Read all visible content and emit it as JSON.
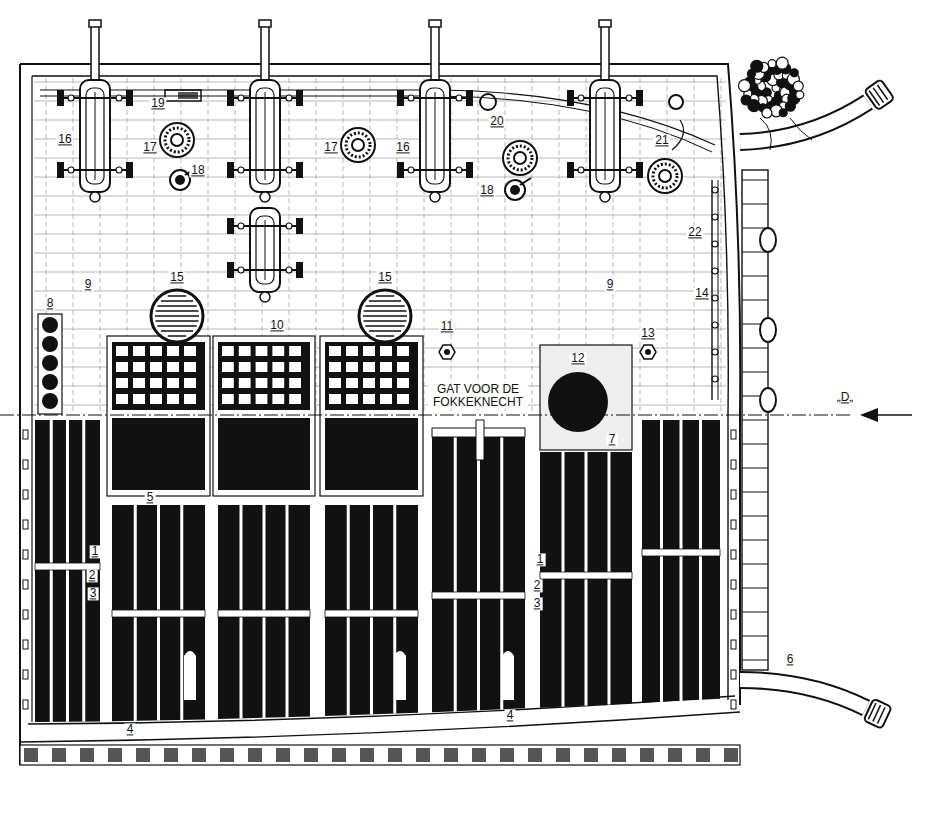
{
  "diagram": {
    "labels": [
      "19",
      "20",
      "16",
      "17",
      "17",
      "16",
      "21",
      "18",
      "18",
      "22",
      "9",
      "9",
      "15",
      "15",
      "14",
      "11",
      "8",
      "10",
      "13",
      "12",
      "GAT VOOR DE FOKKEKNECHT",
      "„D„",
      "7",
      "5",
      "1",
      "2",
      "3",
      "1",
      "2",
      "3",
      "6",
      "4",
      "4"
    ]
  }
}
